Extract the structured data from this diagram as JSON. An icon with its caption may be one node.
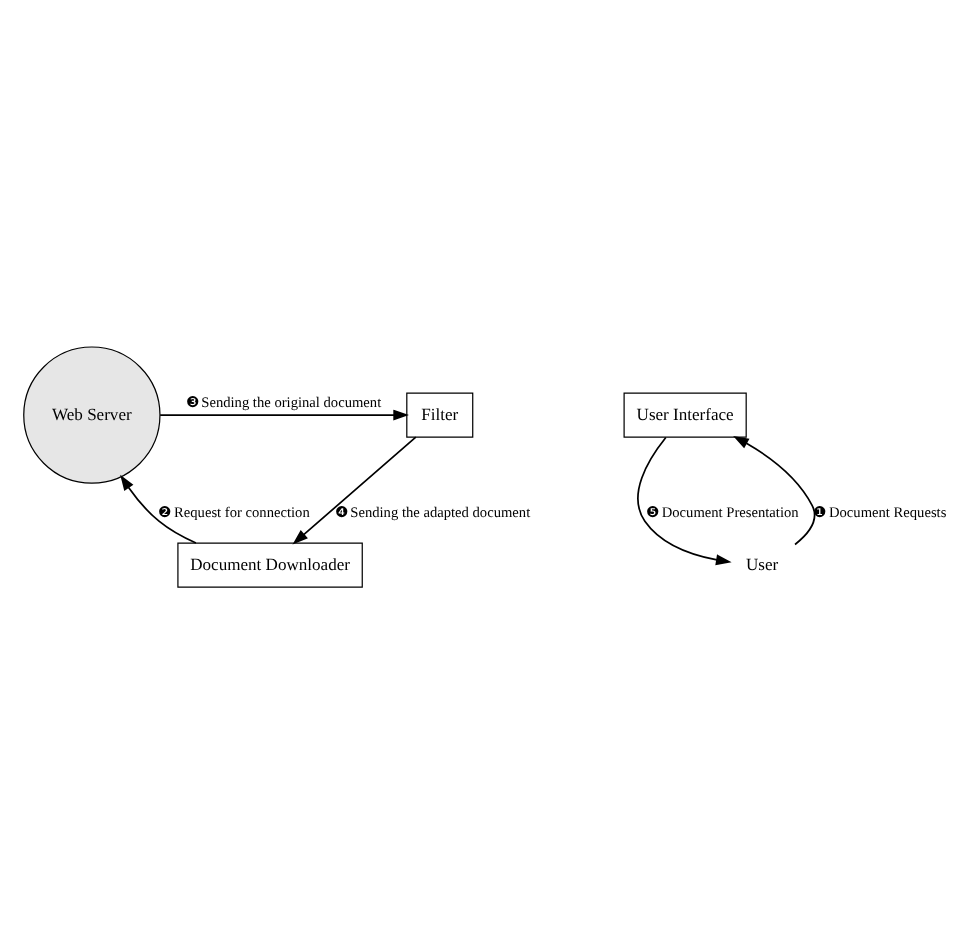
{
  "diagram": {
    "nodes": [
      {
        "text": [
          "Web Server"
        ]
      },
      {
        "text": [
          "Filter"
        ]
      },
      {
        "text": [
          "Document Downloader"
        ]
      },
      {
        "text": [
          "User Interface"
        ]
      },
      {
        "text": [
          "User"
        ]
      }
    ],
    "edges": [
      {
        "from": 0,
        "to": 1,
        "arrow": "to",
        "label": "❸ Sending the original document"
      },
      {
        "from": 1,
        "to": 2,
        "arrow": "to",
        "label": "❹ Sending the adapted document"
      },
      {
        "from": 2,
        "to": 0,
        "arrow": "to",
        "label": "❷ Request for connection"
      },
      {
        "from": 4,
        "to": 3,
        "arrow": "to",
        "label": "❶ Document Requests"
      },
      {
        "from": 3,
        "to": 4,
        "arrow": "to",
        "label": "❺ Document Presentation"
      }
    ]
  }
}
